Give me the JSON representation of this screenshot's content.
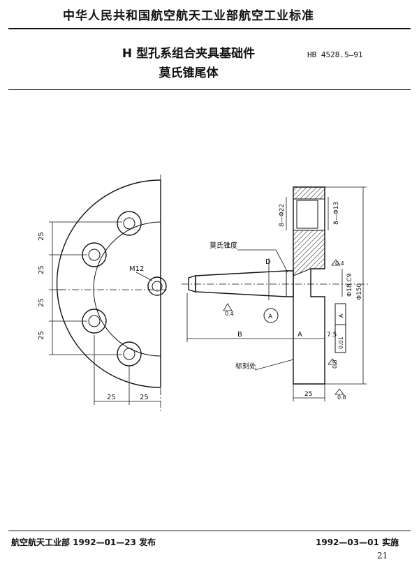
{
  "header": {
    "org_standard": "中华人民共和国航空航天工业部航空工业标准",
    "title_main": "H 型孔系组合夹具基础件",
    "title_sub": "莫氏锥尾体",
    "std_code": "HB 4528.5—91"
  },
  "drawing": {
    "labels": {
      "thread": "M12",
      "morse_taper": "莫氏锥度",
      "marking": "标刻处",
      "dim_b": "B",
      "dim_a": "A",
      "dim_d": "D",
      "datum_a": "A",
      "rough_04": "0.4",
      "rough_04b": "0.4",
      "rough_08": "0.8",
      "rough_08b": "0.8",
      "tol_frame": "0.01",
      "tol_ref": "A"
    },
    "left_dims": {
      "v1": "25",
      "v2": "25",
      "v3": "25",
      "v4": "25",
      "h1": "25",
      "h2": "25"
    },
    "right_dims": {
      "d22": "8—Φ22",
      "d13": "8—Φ13",
      "d18": "Φ18.C9",
      "d150": "Φ150",
      "d75": "7.5",
      "d25": "25"
    }
  },
  "footer": {
    "issued": "航空航天工业部 1992—01—23 发布",
    "implemented": "1992—03—01 实施",
    "page": "21"
  }
}
